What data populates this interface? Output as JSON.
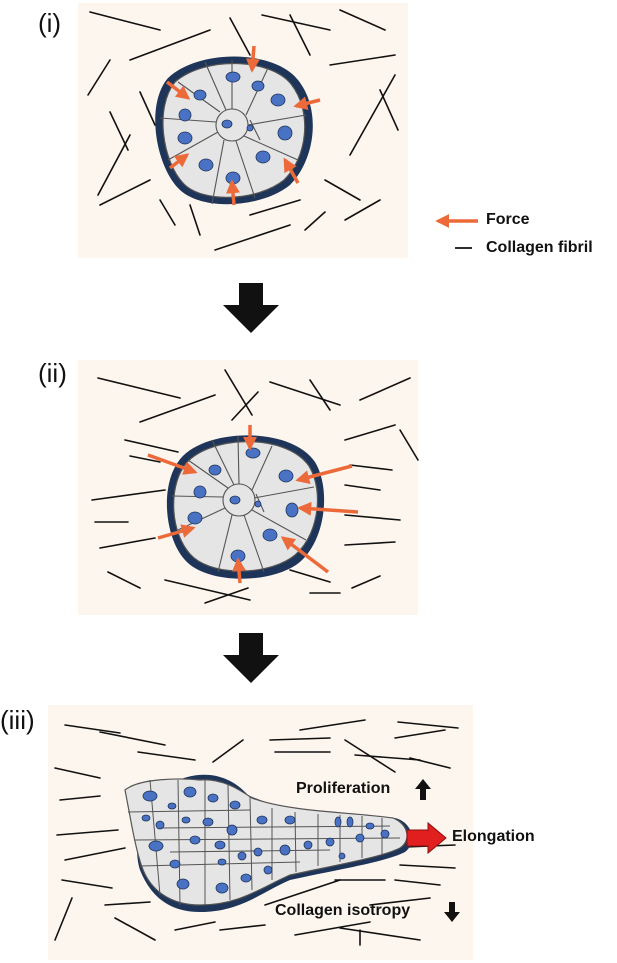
{
  "panels": [
    {
      "label": "(i)"
    },
    {
      "label": "(ii)"
    },
    {
      "label": "(iii)"
    }
  ],
  "legend": {
    "force_label": "Force",
    "fibril_label": "Collagen fibril"
  },
  "annotations": {
    "proliferation": "Proliferation",
    "elongation": "Elongation",
    "isotropy": "Collagen isotropy"
  },
  "colors": {
    "background_box": "#fdf6ee",
    "capsule": "#1e3559",
    "cell_fill": "#e5e5e5",
    "nucleus": "#4a72c4",
    "force_arrow": "#ec6a3a",
    "elongation_arrow": "#e21f1f",
    "fibril": "#111111"
  },
  "icons": [
    "down-arrow-icon",
    "up-arrow-icon",
    "force-arrow-icon",
    "elongation-arrow-icon"
  ]
}
